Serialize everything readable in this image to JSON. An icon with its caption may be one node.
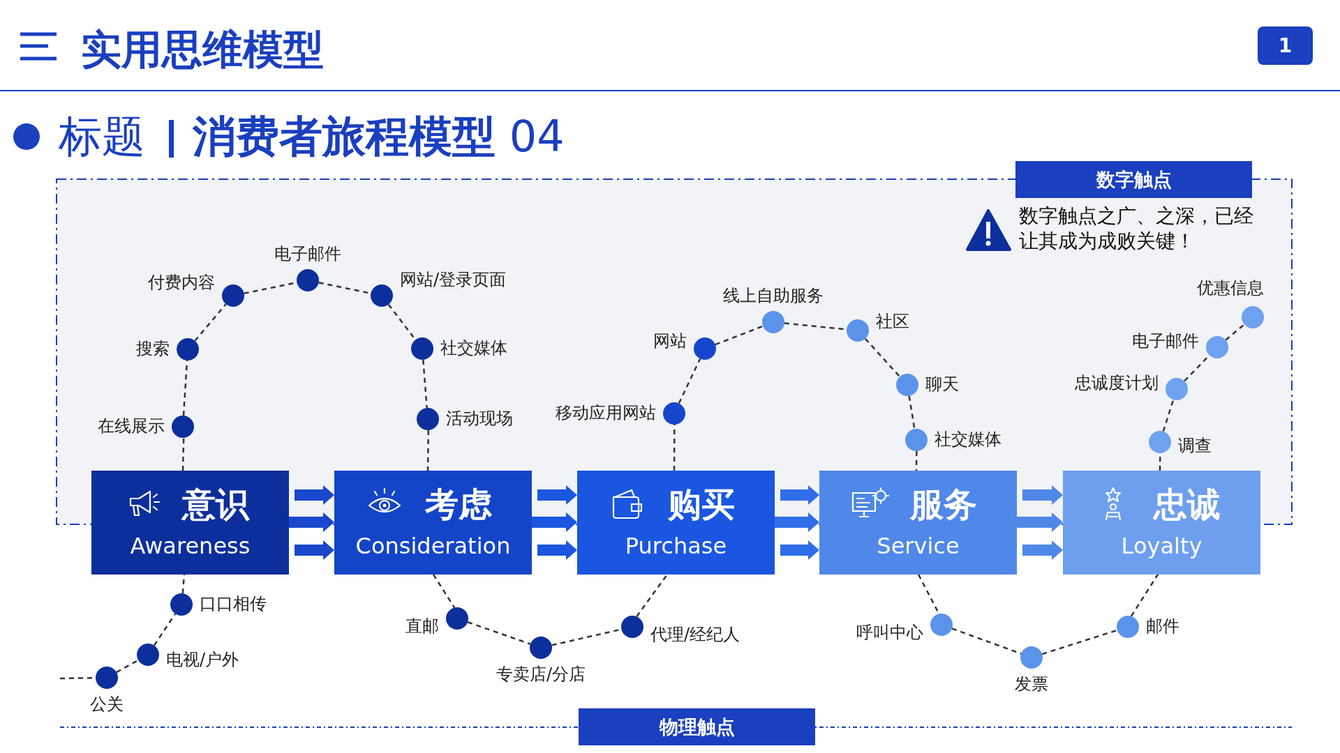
{
  "diagram": {
    "title": "实用思维模型",
    "nodes": [
      {
        "text": [
          "数字触点"
        ]
      },
      {
        "text": [
          "意识",
          "Awareness"
        ]
      },
      {
        "text": [
          "考虑",
          "Consideration"
        ]
      },
      {
        "text": [
          "购买",
          "Purchase"
        ]
      },
      {
        "text": [
          "服务",
          "Service"
        ]
      },
      {
        "text": [
          "忠诚",
          "Loyalty"
        ]
      },
      {
        "text": [],
        "shape": "circle",
        "beside": [
          "在线展示"
        ]
      },
      {
        "text": [],
        "shape": "circle",
        "beside": [
          "搜索"
        ]
      },
      {
        "text": [],
        "shape": "circle",
        "beside": [
          "付费内容"
        ]
      },
      {
        "text": [],
        "shape": "circle",
        "beside": [
          "电子邮件"
        ]
      },
      {
        "text": [],
        "shape": "circle",
        "beside": [
          "网站/登录页面"
        ]
      },
      {
        "text": [],
        "shape": "circle",
        "beside": [
          "社交媒体"
        ]
      },
      {
        "text": [],
        "shape": "circle",
        "beside": [
          "活动现场"
        ]
      },
      {
        "text": [],
        "shape": "circle",
        "beside": [
          "移动应用网站"
        ]
      },
      {
        "text": [],
        "shape": "circle",
        "beside": [
          "网站"
        ]
      },
      {
        "text": [],
        "shape": "circle",
        "beside": [
          "线上自助服务"
        ]
      },
      {
        "text": [],
        "shape": "circle",
        "beside": [
          "社区"
        ]
      },
      {
        "text": [],
        "shape": "circle",
        "beside": [
          "聊天"
        ]
      },
      {
        "text": [],
        "shape": "circle",
        "beside": [
          "社交媒体"
        ]
      },
      {
        "text": [],
        "shape": "circle",
        "beside": [
          "调查"
        ]
      },
      {
        "text": [],
        "shape": "circle",
        "beside": [
          "忠诚度计划"
        ]
      },
      {
        "text": [],
        "shape": "circle",
        "beside": [
          "电子邮件"
        ]
      },
      {
        "text": [],
        "shape": "circle",
        "beside": [
          "优惠信息"
        ]
      },
      {
        "text": [],
        "shape": "circle",
        "beside": [
          "口口相传"
        ]
      },
      {
        "text": [],
        "shape": "circle",
        "beside": [
          "电视/户外"
        ]
      },
      {
        "text": [],
        "shape": "circle",
        "beside": [
          "公关"
        ]
      },
      {
        "text": [],
        "shape": "circle",
        "beside": [
          "直邮"
        ]
      },
      {
        "text": [],
        "shape": "circle",
        "beside": [
          "专卖店/分店"
        ]
      },
      {
        "text": [],
        "shape": "circle",
        "beside": [
          "代理/经纪人"
        ]
      },
      {
        "text": [],
        "shape": "circle",
        "beside": [
          "呼叫中心"
        ]
      },
      {
        "text": [],
        "shape": "circle",
        "beside": [
          "发票"
        ]
      },
      {
        "text": [],
        "shape": "circle",
        "beside": [
          "邮件"
        ]
      },
      {
        "text": [
          "物理触点"
        ]
      }
    ],
    "edges": [
      {
        "from": 1,
        "to": 6,
        "arrow": "none",
        "style": "dashed"
      },
      {
        "from": 6,
        "to": 7,
        "arrow": "none",
        "style": "dashed"
      },
      {
        "from": 7,
        "to": 8,
        "arrow": "none",
        "style": "dashed"
      },
      {
        "from": 8,
        "to": 9,
        "arrow": "none",
        "style": "dashed"
      },
      {
        "from": 9,
        "to": 10,
        "arrow": "none",
        "style": "dashed"
      },
      {
        "from": 10,
        "to": 11,
        "arrow": "none",
        "style": "dashed"
      },
      {
        "from": 11,
        "to": 12,
        "arrow": "none",
        "style": "dashed"
      },
      {
        "from": 12,
        "to": 2,
        "arrow": "none",
        "style": "dashed"
      },
      {
        "from": 3,
        "to": 13,
        "arrow": "none",
        "style": "dashed"
      },
      {
        "from": 13,
        "to": 14,
        "arrow": "none",
        "style": "dashed"
      },
      {
        "from": 14,
        "to": 15,
        "arrow": "none",
        "style": "dashed"
      },
      {
        "from": 15,
        "to": 16,
        "arrow": "none",
        "style": "dashed"
      },
      {
        "from": 16,
        "to": 17,
        "arrow": "none",
        "style": "dashed"
      },
      {
        "from": 17,
        "to": 18,
        "arrow": "none",
        "style": "dashed"
      },
      {
        "from": 18,
        "to": 4,
        "arrow": "none",
        "style": "dashed"
      },
      {
        "from": 5,
        "to": 19,
        "arrow": "none",
        "style": "dashed"
      },
      {
        "from": 19,
        "to": 20,
        "arrow": "none",
        "style": "dashed"
      },
      {
        "from": 20,
        "to": 21,
        "arrow": "none",
        "style": "dashed"
      },
      {
        "from": 21,
        "to": 22,
        "arrow": "none",
        "style": "dashed"
      },
      {
        "from": null,
        "to": 25,
        "arrow": "none",
        "style": "dashed"
      },
      {
        "from": 25,
        "to": 24,
        "arrow": "none",
        "style": "dashed"
      },
      {
        "from": 24,
        "to": 23,
        "arrow": "none",
        "style": "dashed"
      },
      {
        "from": 23,
        "to": 1,
        "arrow": "none",
        "style": "dashed"
      },
      {
        "from": 2,
        "to": 26,
        "arrow": "none",
        "style": "dashed"
      },
      {
        "from": 26,
        "to": 27,
        "arrow": "none",
        "style": "dashed"
      },
      {
        "from": 27,
        "to": 28,
        "arrow": "none",
        "style": "dashed"
      },
      {
        "from": 28,
        "to": 3,
        "arrow": "none",
        "style": "dashed"
      },
      {
        "from": 4,
        "to": 29,
        "arrow": "none",
        "style": "dashed"
      },
      {
        "from": 29,
        "to": 30,
        "arrow": "none",
        "style": "dashed"
      },
      {
        "from": 30,
        "to": 31,
        "arrow": "none",
        "style": "dashed"
      },
      {
        "from": 31,
        "to": 5,
        "arrow": "none",
        "style": "dashed"
      },
      {
        "from": 1,
        "to": 2,
        "arrow": "to",
        "style": "thick",
        "color": "#1a47cc"
      },
      {
        "from": 2,
        "to": 3,
        "arrow": "to",
        "style": "thick",
        "color": "#1a56e0"
      },
      {
        "from": 3,
        "to": 4,
        "arrow": "to",
        "style": "thick",
        "color": "#2f6ee8"
      },
      {
        "from": 4,
        "to": 5,
        "arrow": "to",
        "style": "thick",
        "color": "#4f88e8"
      }
    ],
    "labels": [
      "1",
      "标题",
      "**消费者旅程模型** 04",
      "数字触点之广、之深，已经让其成为成败关键！"
    ]
  }
}
